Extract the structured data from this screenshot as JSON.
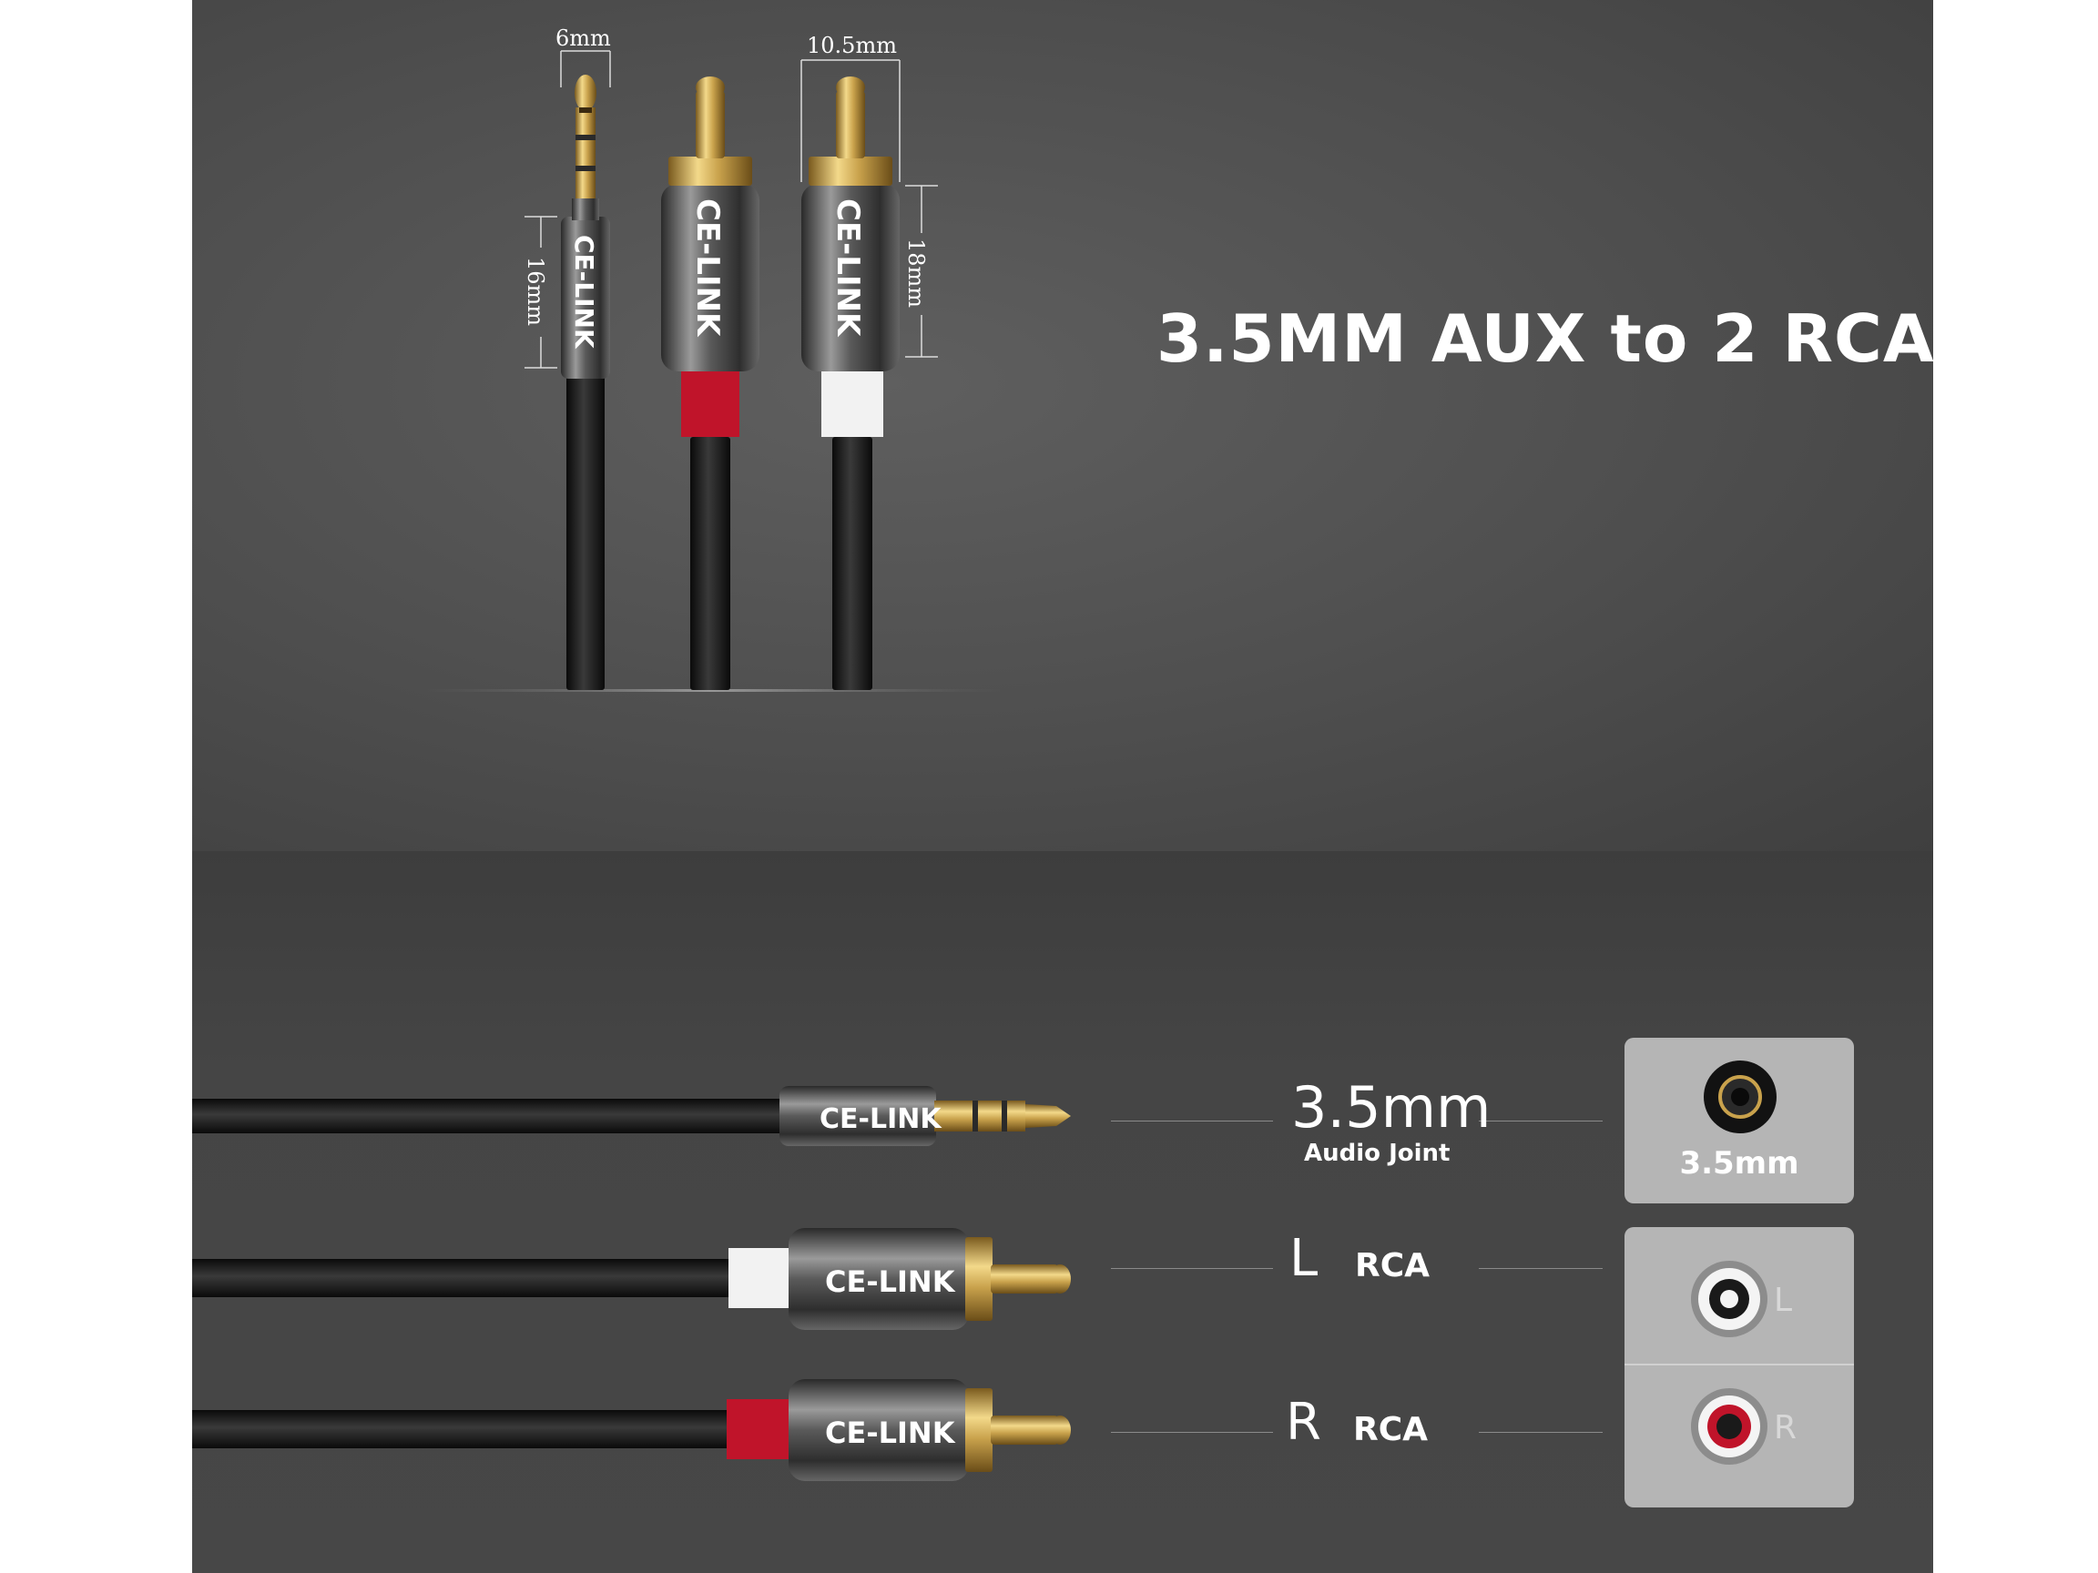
{
  "headline": "3.5MM AUX to 2 RCA",
  "brand": "CE-LINK",
  "dimensions": {
    "jack_tip_width": "6mm",
    "rca_tip_width": "10.5mm",
    "jack_body_length": "16mm",
    "rca_body_length": "18mm"
  },
  "connectors": [
    {
      "label": "3.5mm",
      "sublabel": "Audio Joint",
      "collar_color": "#1a1a1a",
      "port_label": "3.5mm"
    },
    {
      "label": "L",
      "sublabel": "RCA",
      "collar_color": "#f2f2f2",
      "port_label": "L"
    },
    {
      "label": "R",
      "sublabel": "RCA",
      "collar_color": "#c0142a",
      "port_label": "R"
    }
  ]
}
